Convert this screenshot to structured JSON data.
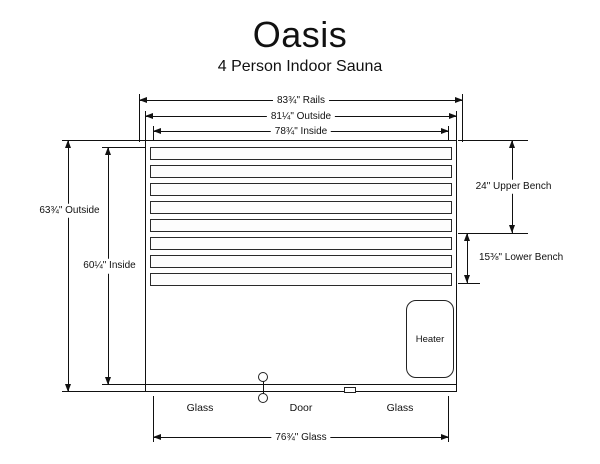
{
  "header": {
    "title": "Oasis",
    "subtitle": "4 Person Indoor Sauna"
  },
  "dimensions": {
    "rails": "83¾\" Rails",
    "outside_width": "81¼\" Outside",
    "inside_width": "78¾\" Inside",
    "outside_depth": "63¾\" Outside",
    "inside_depth": "60¼\" Inside",
    "upper_bench": "24\" Upper Bench",
    "lower_bench": "15⅜\" Lower Bench",
    "glass_width": "76¾\" Glass"
  },
  "plan": {
    "heater": "Heater",
    "glass_left": "Glass",
    "door": "Door",
    "glass_right": "Glass"
  }
}
